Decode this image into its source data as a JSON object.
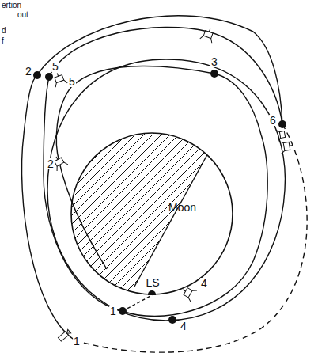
{
  "diagram": {
    "nodes": [
      {
        "text": [
          "Moon"
        ]
      }
    ],
    "labels": [
      "ertion",
      "out",
      "d",
      "f",
      "2",
      "5",
      "5",
      "3",
      "6",
      "2",
      "LS",
      "1",
      "4",
      "4",
      "1"
    ]
  }
}
